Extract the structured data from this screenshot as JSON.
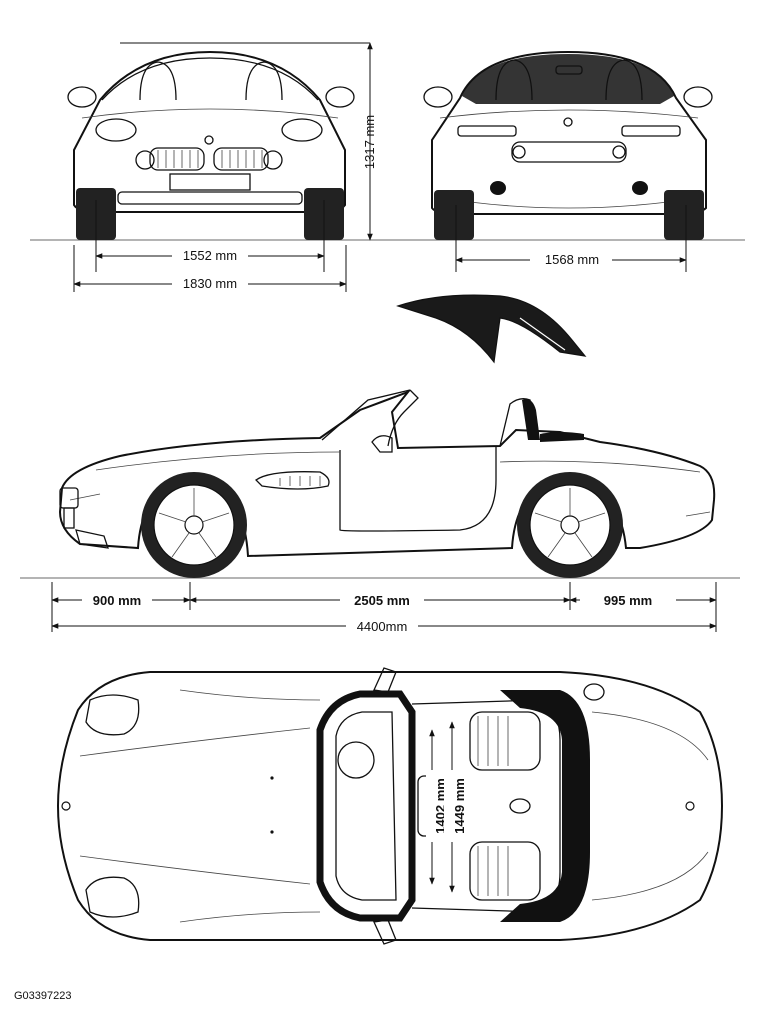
{
  "views": {
    "front": {
      "track_label": "1552 mm",
      "width_label": "1830 mm",
      "height_label": "1317 mm"
    },
    "rear": {
      "track_label": "1568 mm"
    },
    "side": {
      "front_overhang_label": "900 mm",
      "wheelbase_label": "2505 mm",
      "rear_overhang_label": "995 mm",
      "length_label": "4400mm"
    },
    "top": {
      "inner_label": "1402 mm",
      "outer_label": "1449 mm"
    }
  },
  "figure_code": "G03397223"
}
